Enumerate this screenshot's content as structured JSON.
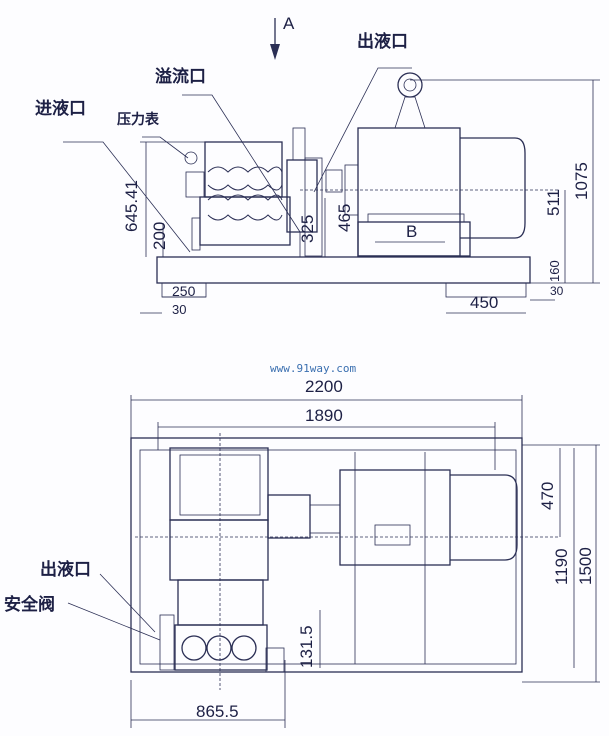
{
  "side_view": {
    "view_marker": "A",
    "labels": {
      "outlet": "出液口",
      "overflow": "溢流口",
      "inlet": "进液口",
      "pressure_gauge": "压力表"
    },
    "dimensions": {
      "d645": "645.41",
      "d200": "200",
      "d325": "325",
      "d465": "465",
      "dB": "B",
      "d511": "511",
      "d1075": "1075",
      "d160": "160",
      "d250": "250",
      "d30a": "30",
      "d450": "450",
      "d30b": "30"
    }
  },
  "watermark": "www.91way.com",
  "top_view": {
    "labels": {
      "outlet": "出液口",
      "safety_valve": "安全阀"
    },
    "dimensions": {
      "d2200": "2200",
      "d1890": "1890",
      "d470": "470",
      "d1190": "1190",
      "d1500": "1500",
      "d131": "131.5",
      "d865": "865.5"
    }
  }
}
